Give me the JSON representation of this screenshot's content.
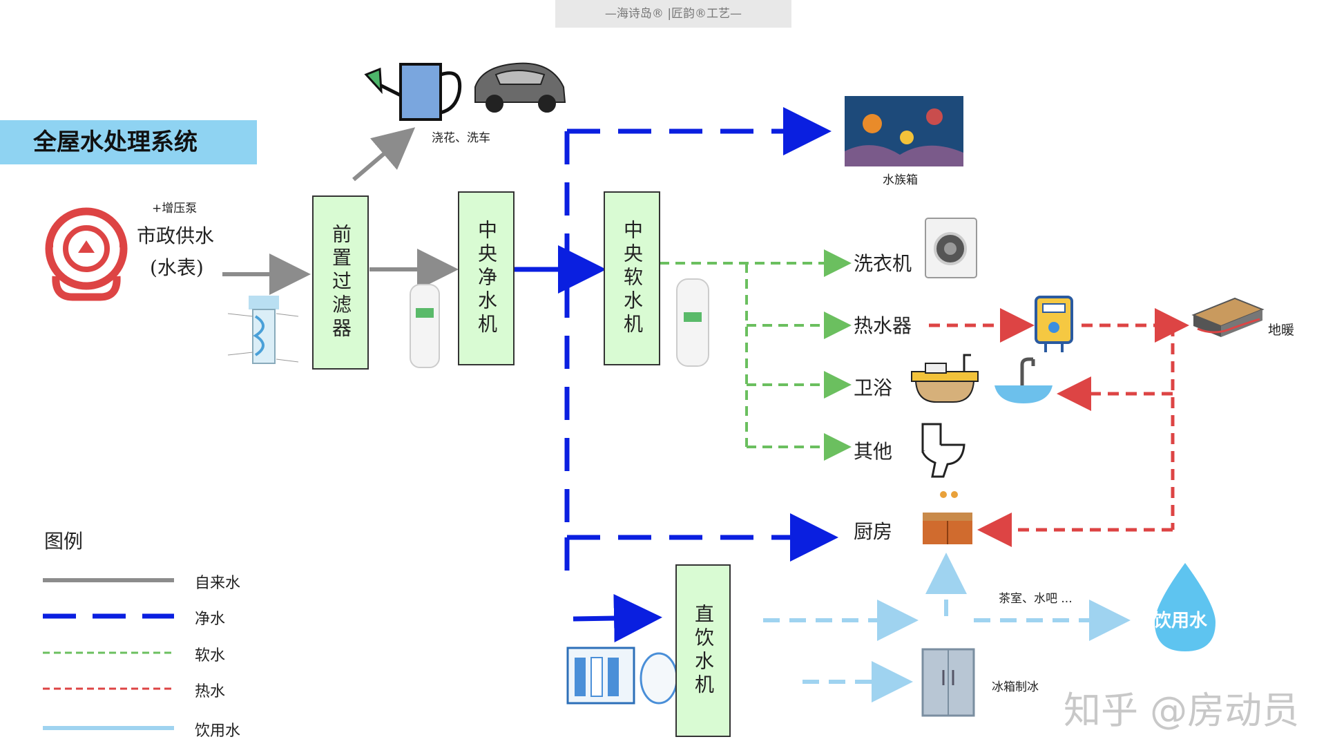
{
  "banner": "—海诗岛® |匠韵®工艺—",
  "title": "全屋水处理系统",
  "source": {
    "main": "市政供水",
    "sub": "(水表)",
    "pump": "+增压泵"
  },
  "stages": {
    "prefilter": "前置过滤器",
    "purifier": "中央净水机",
    "softener": "中央软水机",
    "direct": "直饮水机"
  },
  "labels": {
    "garden": "浇花、洗车",
    "aquarium": "水族箱",
    "washer": "洗衣机",
    "heater": "热水器",
    "bath": "卫浴",
    "other": "其他",
    "kitchen": "厨房",
    "floor_heat": "地暖",
    "tea": "茶室、水吧 ...",
    "fridge": "冰箱制冰",
    "drink": "饮用水"
  },
  "legend": {
    "title": "图例",
    "items": [
      {
        "label": "自来水",
        "color": "#8c8c8c",
        "style": "solid"
      },
      {
        "label": "净水",
        "color": "#0a1fe0",
        "style": "long-dash"
      },
      {
        "label": "软水",
        "color": "#6bbf5f",
        "style": "dash"
      },
      {
        "label": "热水",
        "color": "#dd4444",
        "style": "dash"
      },
      {
        "label": "饮用水",
        "color": "#9fd3f0",
        "style": "solid"
      }
    ]
  },
  "watermark": "知乎 @房动员",
  "colors": {
    "tap": "#8c8c8c",
    "purified": "#0a1fe0",
    "soft": "#6bbf5f",
    "hot": "#dd4444",
    "drinking": "#9fd3f0",
    "title_bg": "#8fd3f2",
    "box_fill": "#d9fbd3"
  },
  "icons": [
    "valve-logo-icon",
    "watering-can-icon",
    "car-icon",
    "aquarium-icon",
    "washing-machine-icon",
    "water-heater-icon",
    "floor-heating-icon",
    "bathtub-icon",
    "sink-icon",
    "toilet-icon",
    "kitchen-cabinet-icon",
    "fridge-icon",
    "water-drop-icon",
    "filter-unit-icon",
    "softener-tank-icon",
    "ro-system-icon"
  ]
}
